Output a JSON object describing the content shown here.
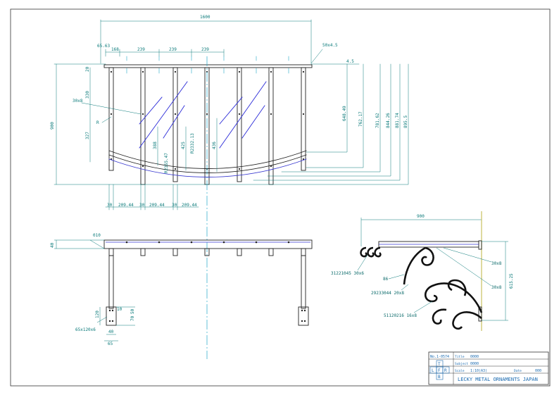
{
  "front_view": {
    "overall_width": "1600",
    "top_offset": "65.63",
    "spacing_first": "168",
    "spacing_1": "239",
    "spacing_2": "239",
    "spacing_3": "239",
    "flat_bar": "50x4.5",
    "thickness": "4.5",
    "total_height": "900",
    "top_gap": "20",
    "upper_segment": "330",
    "lower_segment": "327",
    "bar_30x8": "30x8",
    "dim_r": "R",
    "radius_1": "R2355.47",
    "radius_2": "R2332.13",
    "h_388": "388",
    "h_425": "425",
    "h_436": "436",
    "right_dims": [
      "648.49",
      "762.17",
      "781.62",
      "844.26",
      "881.74",
      "895.5"
    ],
    "bottom_dims": [
      "30",
      "209.44",
      "30",
      "209.44",
      "30",
      "209.44"
    ]
  },
  "top_view": {
    "depth_40": "40",
    "offset_010": "010",
    "post_120": "120",
    "post_40": "40",
    "pad_10": "10",
    "pad_50": "50",
    "plate_70": "70",
    "plate_size": "65x120x6",
    "w_40": "40",
    "w_65": "65"
  },
  "side_view": {
    "depth_900": "900",
    "part_1": "31221045 30x6",
    "part_2": "29233044 20x8",
    "part_3": "51120216 16x8",
    "bar_label_a": "30x8",
    "bar_label_b": "30x8",
    "angle": "86",
    "height": "615.25"
  },
  "title_block": {
    "drawing_no_label": "No.",
    "drawing_no": "1-0574",
    "field1_label": "Title",
    "field1_value": "0000",
    "field2_label": "Subject",
    "field2_value": "0000",
    "scale_label": "Scale",
    "scale_value": "1:10(A3)",
    "date_label": "Date",
    "date_value": "000",
    "view_labels": [
      "T",
      "L",
      "F",
      "R",
      "B"
    ],
    "company": "LECKY METAL ORNAMENTS JAPAN"
  }
}
